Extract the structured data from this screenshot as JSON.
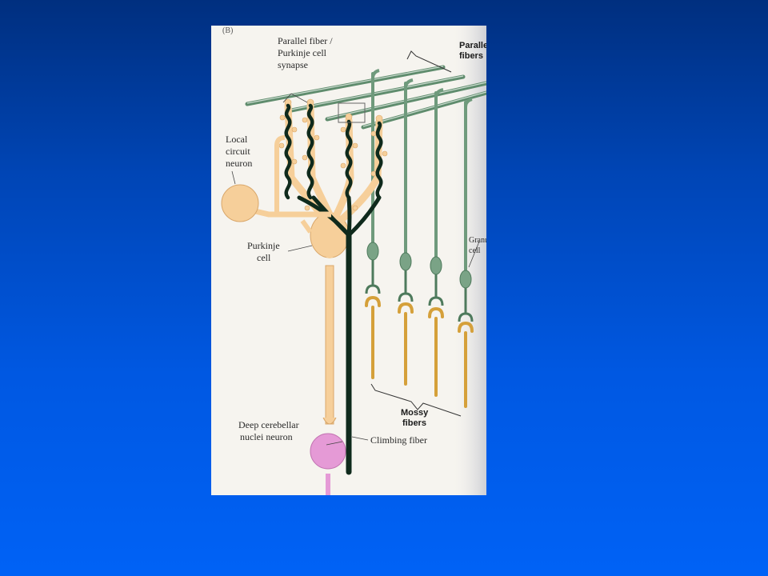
{
  "figure": {
    "panel_letter": "(B)",
    "labels": {
      "parallel_fiber_synapse": [
        "Parallel fiber /",
        "Purkinje cell",
        "synapse"
      ],
      "parallel_fibers": [
        "Parallel",
        "fibers"
      ],
      "local_circuit_neuron": [
        "Local",
        "circuit",
        "neuron"
      ],
      "purkinje_cell": [
        "Purkinje",
        "cell"
      ],
      "granule_cell": [
        "Granu",
        "cell"
      ],
      "mossy_fibers": [
        "Mossy",
        "fibers"
      ],
      "deep_cerebellar": [
        "Deep cerebellar",
        "nuclei neuron"
      ],
      "climbing_fiber": "Climbing fiber"
    },
    "colors": {
      "background": "#f6f4ef",
      "green_fiber": "#6f9a7c",
      "green_dark": "#2f4a3a",
      "climbing": "#0f2a1c",
      "purkinje": "#f6cf9a",
      "purkinje_edge": "#d9a76a",
      "mossy": "#d9a43a",
      "deep_nuclei": "#e59ad6"
    }
  }
}
